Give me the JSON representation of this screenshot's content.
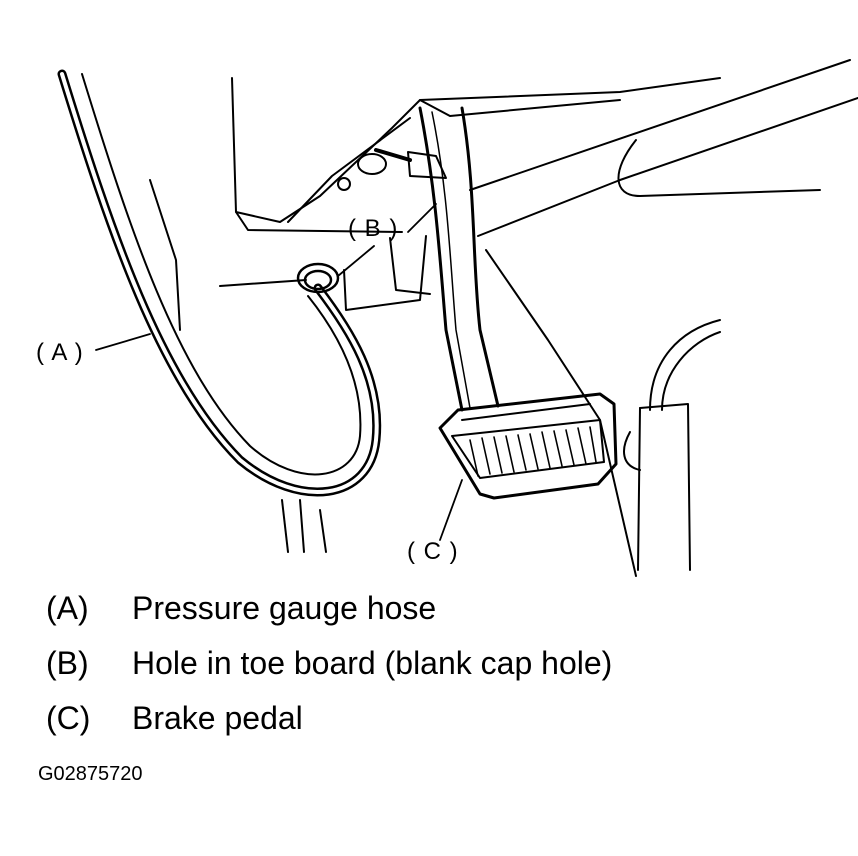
{
  "figure": {
    "callouts": {
      "a": "( A )",
      "b": "( B )",
      "c": "( C )"
    }
  },
  "legend": [
    {
      "key": "(A)",
      "text": "Pressure gauge hose"
    },
    {
      "key": "(B)",
      "text": "Hole in toe board (blank cap hole)"
    },
    {
      "key": "(C)",
      "text": "Brake pedal"
    }
  ],
  "figure_id": "G02875720"
}
